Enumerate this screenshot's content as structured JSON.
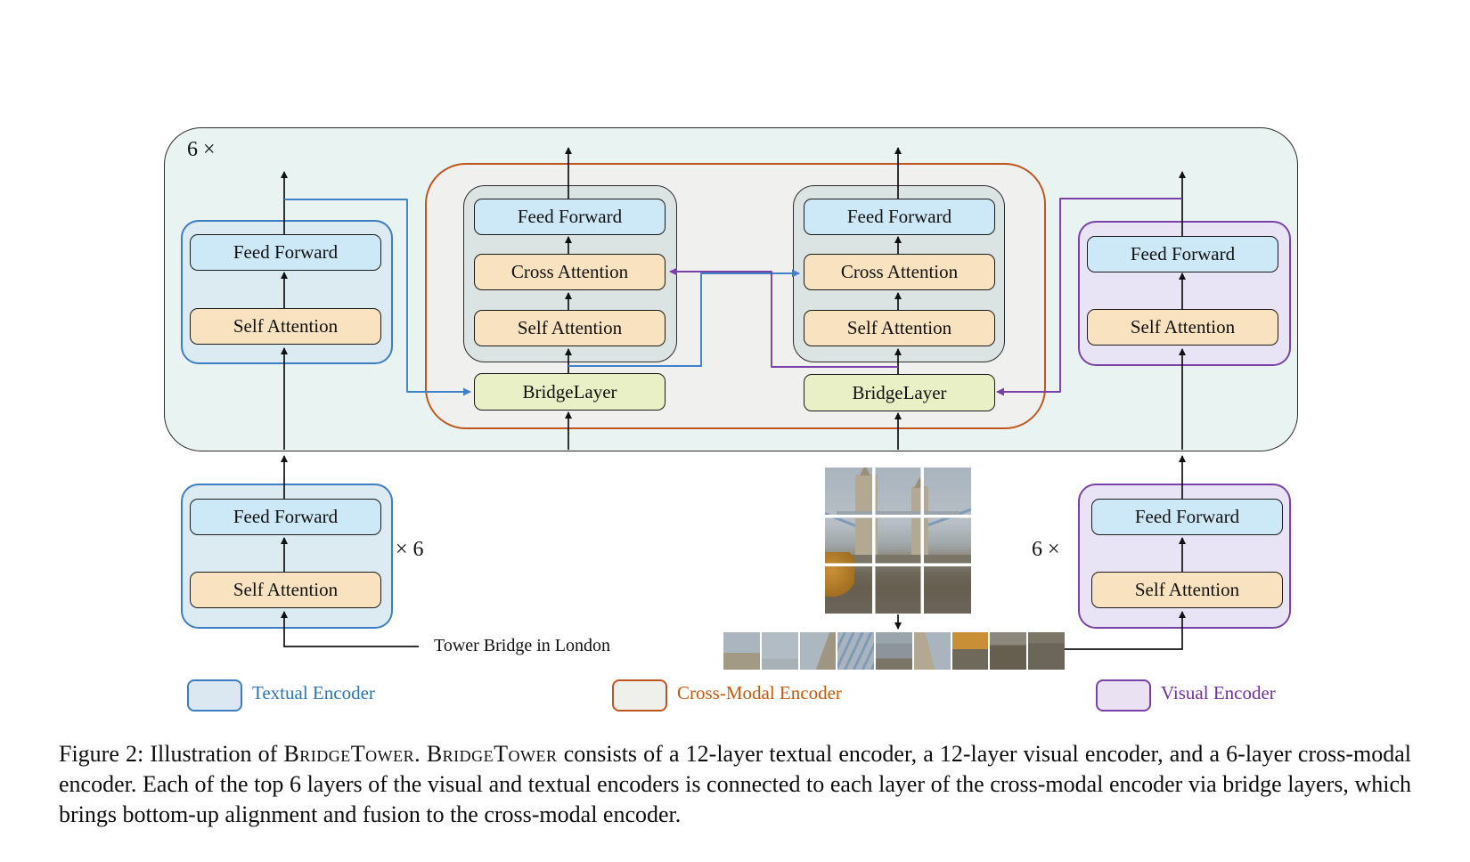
{
  "labels": {
    "feed_forward": "Feed Forward",
    "self_attention": "Self Attention",
    "cross_attention": "Cross Attention",
    "bridge_layer": "BridgeLayer"
  },
  "repeats": {
    "top_left": "6 ×",
    "bottom_left": "× 6",
    "bottom_right": "6 ×"
  },
  "input": {
    "text_caption": "Tower Bridge in London",
    "image_subject": "tower-bridge-photo",
    "image_grid": "3x3",
    "patch_count": 9
  },
  "legend": [
    {
      "label": "Textual Encoder",
      "text_color": "#2e74b5",
      "border_color": "#3d7dc4",
      "fill_color": "#dbe8f2"
    },
    {
      "label": "Cross-Modal Encoder",
      "text_color": "#c45911",
      "border_color": "#c0561d",
      "fill_color": "#efefec"
    },
    {
      "label": "Visual Encoder",
      "text_color": "#7030a0",
      "border_color": "#7a42a8",
      "fill_color": "#eae2f2"
    }
  ],
  "caption": {
    "prefix": "Figure 2: Illustration of ",
    "brand1": "BridgeTower",
    "mid": ". ",
    "brand2": "BridgeTower",
    "rest": " consists of a 12-layer textual encoder, a 12-layer visual encoder, and a 6-layer cross-modal encoder. Each of the top 6 layers of the visual and textual encoders is connected to each layer of the cross-modal encoder via bridge layers, which brings bottom-up alignment and fusion to the cross-modal encoder."
  },
  "colors": {
    "outer_fill": "#e9f3f1",
    "crossmodal_fill": "#f0f0ee",
    "crossmodal_border": "#c0561d",
    "gray_block_fill": "#dce3e3",
    "textual_fill": "#dcebf2",
    "textual_border": "#3d7dc4",
    "visual_fill": "#e9e4f5",
    "visual_border": "#7a42a8",
    "feed_forward_fill": "#cde8f6",
    "attention_fill": "#f8e2c0",
    "bridge_layer_fill": "#eaf0c6",
    "blue_link": "#4080c8",
    "purple_link": "#7a3fa8"
  }
}
